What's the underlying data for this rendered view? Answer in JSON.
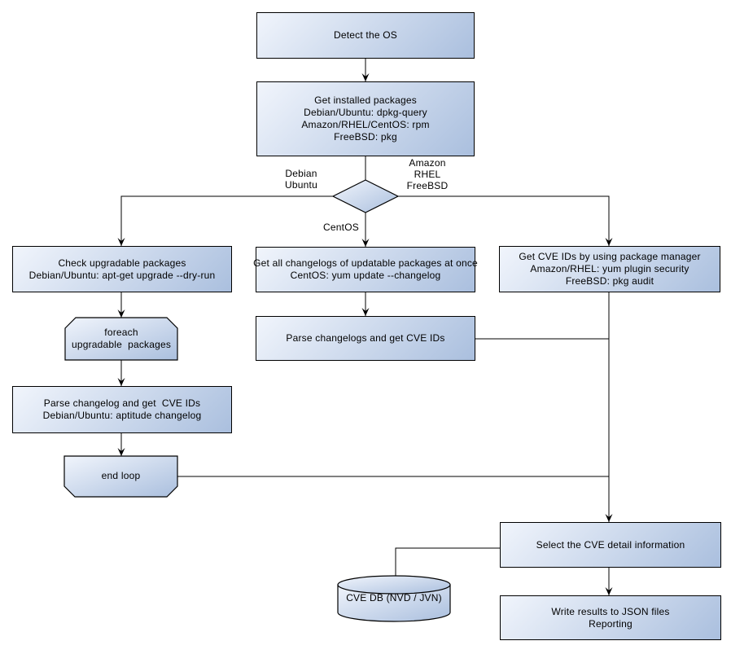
{
  "colors": {
    "node_fill_light": "#f1f5fc",
    "node_fill_dark": "#aabfde",
    "node_border": "#000000",
    "text_color": "#000000",
    "connector_color": "#000000",
    "canvas_bg": "#ffffff"
  },
  "nodes": {
    "detect_os": {
      "lines": [
        "Detect the OS"
      ]
    },
    "get_installed_packages": {
      "lines": [
        "Get installed packages",
        "Debian/Ubuntu: dpkg-query",
        "Amazon/RHEL/CentOS: rpm",
        "FreeBSD: pkg"
      ]
    },
    "check_upgradable_packages": {
      "lines": [
        "Check upgradable packages",
        "Debian/Ubuntu: apt-get upgrade --dry-run"
      ]
    },
    "foreach_upgradable_packages": {
      "lines": [
        "foreach",
        "upgradable  packages"
      ]
    },
    "parse_changelog_debian": {
      "lines": [
        "Parse changelog and get  CVE IDs",
        "Debian/Ubuntu: aptitude changelog"
      ]
    },
    "end_loop": {
      "lines": [
        "end loop"
      ]
    },
    "get_all_changelogs": {
      "lines": [
        "Get all changelogs of updatable packages at once",
        "CentOS: yum update --changelog"
      ]
    },
    "parse_changelogs_centos": {
      "lines": [
        "Parse changelogs and get CVE IDs"
      ]
    },
    "get_cve_ids_package_manager": {
      "lines": [
        "Get CVE IDs by using package manager",
        "Amazon/RHEL: yum plugin security",
        "FreeBSD: pkg audit"
      ]
    },
    "select_cve_detail": {
      "lines": [
        "Select the CVE detail information"
      ]
    },
    "write_results": {
      "lines": [
        "Write results to JSON files",
        "Reporting"
      ]
    },
    "cve_db": {
      "lines": [
        "CVE DB (NVD / JVN)"
      ]
    }
  },
  "edge_labels": {
    "debian_ubuntu": {
      "lines": [
        "Debian",
        "Ubuntu"
      ]
    },
    "amazon_rhel_freebsd": {
      "lines": [
        "Amazon",
        "RHEL",
        "FreeBSD"
      ]
    },
    "centos": {
      "lines": [
        "CentOS"
      ]
    }
  }
}
